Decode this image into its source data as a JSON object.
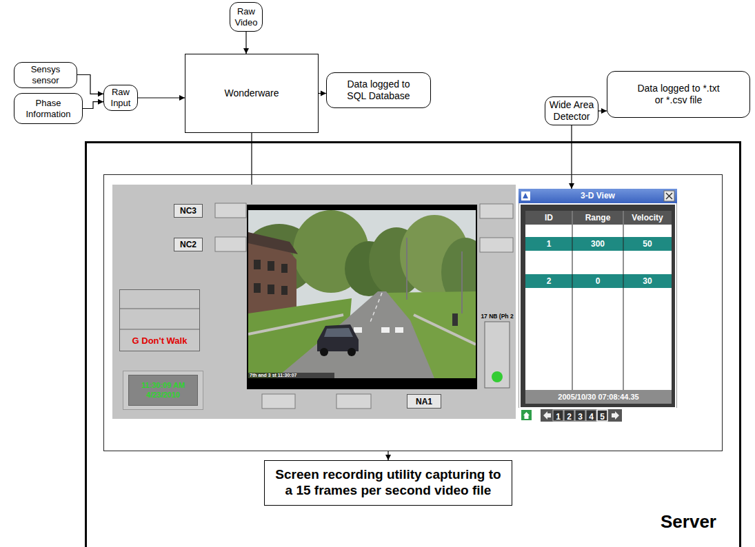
{
  "diagram": {
    "nodes": [
      {
        "text": [
          "Raw Video"
        ]
      },
      {
        "text": [
          "Sensys sensor"
        ]
      },
      {
        "text": [
          "Phase Information"
        ]
      },
      {
        "text": [
          "Raw Input"
        ]
      },
      {
        "text": [
          "Wonderware"
        ]
      },
      {
        "text": [
          "Data logged to SQL Database"
        ]
      },
      {
        "text": [
          "Wide Area Detector"
        ]
      },
      {
        "text": [
          "Data logged to *.txt or *.csv file"
        ]
      },
      {
        "text": [
          "Server"
        ]
      },
      {
        "in": 8
      },
      {
        "in": 9
      },
      {
        "text": [
          "NC3"
        ],
        "in": 10
      },
      {
        "text": [
          "NC2"
        ],
        "in": 10
      },
      {
        "text": [
          "G Don't Walk"
        ],
        "in": 10
      },
      {
        "text": [
          "11:30:09 AM",
          "4/23/2010"
        ],
        "in": 10
      },
      {
        "text": [
          "17 NB (Ph 2"
        ],
        "in": 10
      },
      {
        "text": [
          "NA1"
        ],
        "in": 10
      },
      {
        "text": [
          "3-D View"
        ],
        "in": 9
      },
      {
        "text": [
          "Screen recording utility capturing to a 15 frames per second video file"
        ],
        "in": 8
      }
    ],
    "edges": [
      {
        "from": 0,
        "to": 4,
        "arrow": "to"
      },
      {
        "from": 1,
        "to": 3,
        "arrow": "to"
      },
      {
        "from": 2,
        "to": 3,
        "arrow": "to"
      },
      {
        "from": 3,
        "to": 4,
        "arrow": "to"
      },
      {
        "from": 4,
        "to": 5,
        "arrow": "to"
      },
      {
        "from": 4,
        "to": 10,
        "arrow": "none"
      },
      {
        "from": 6,
        "to": 7,
        "arrow": "to"
      },
      {
        "from": 6,
        "to": 17,
        "arrow": "to"
      },
      {
        "from": 9,
        "to": 18,
        "arrow": "to"
      }
    ],
    "labels": [
      "7th and 3 st 11:30:07",
      "ID",
      "Range",
      "Velocity",
      "1",
      "300",
      "50",
      "2",
      "0",
      "30",
      "2005/10/30 07:08:44.35",
      "1",
      "2",
      "3",
      "4",
      "5"
    ]
  }
}
